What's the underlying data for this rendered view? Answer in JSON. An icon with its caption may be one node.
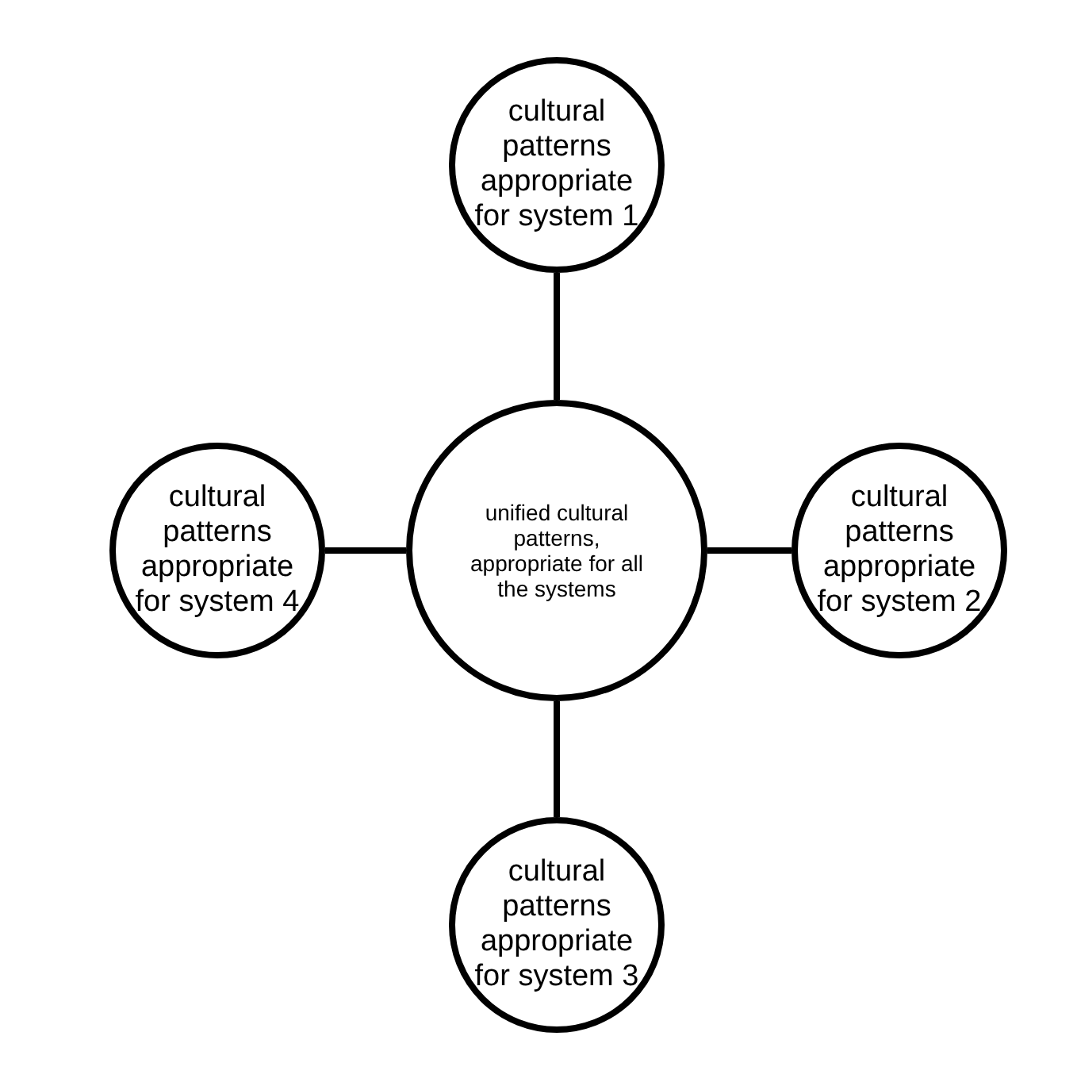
{
  "diagram": {
    "nodes": [
      {
        "text": [
          "cultural patterns appropriate for system 1"
        ]
      },
      {
        "text": [
          "cultural patterns appropriate for system 4"
        ]
      },
      {
        "text": [
          "unified cultural patterns, appropriate for all the systems"
        ]
      },
      {
        "text": [
          "cultural patterns appropriate for system 2"
        ]
      },
      {
        "text": [
          "cultural patterns appropriate for system 3"
        ]
      }
    ],
    "edges": [
      {
        "from": 2,
        "to": 0,
        "arrow": "none"
      },
      {
        "from": 2,
        "to": 3,
        "arrow": "none"
      },
      {
        "from": 2,
        "to": 4,
        "arrow": "none"
      },
      {
        "from": 2,
        "to": 1,
        "arrow": "none"
      }
    ]
  }
}
